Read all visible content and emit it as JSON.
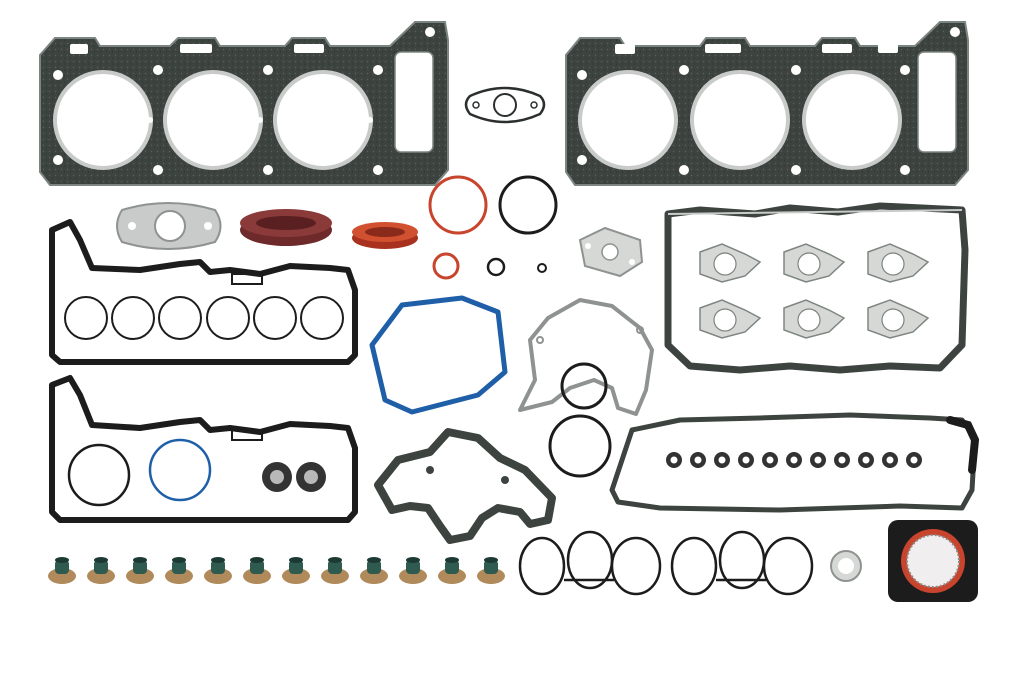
{
  "photo": {
    "background": "#ffffff",
    "colors": {
      "graphite": "#3d4440",
      "graphite_dark": "#2b302d",
      "steel_edge": "#7d8582",
      "rubber_black": "#1c1c1c",
      "silicone_orange": "#c8442c",
      "viton_brown": "#8b3a3a",
      "blue_rubber": "#1f5fa8",
      "valve_seal_tan": "#b08a5a",
      "valve_seal_green": "#2e5a50",
      "aluminum": "#c9cbcb",
      "mls_silver": "#d6d8d6"
    },
    "parts": [
      "cylinder-head-gasket",
      "exhaust-flange-gasket",
      "valve-cover-gasket",
      "front-crank-seal",
      "o-ring",
      "timing-cover-gasket",
      "water-pump-gasket",
      "exhaust-manifold-gasket",
      "oil-pan-gasket",
      "intake-manifold-gasket",
      "throttle-body-gasket",
      "valve-stem-seal"
    ]
  }
}
